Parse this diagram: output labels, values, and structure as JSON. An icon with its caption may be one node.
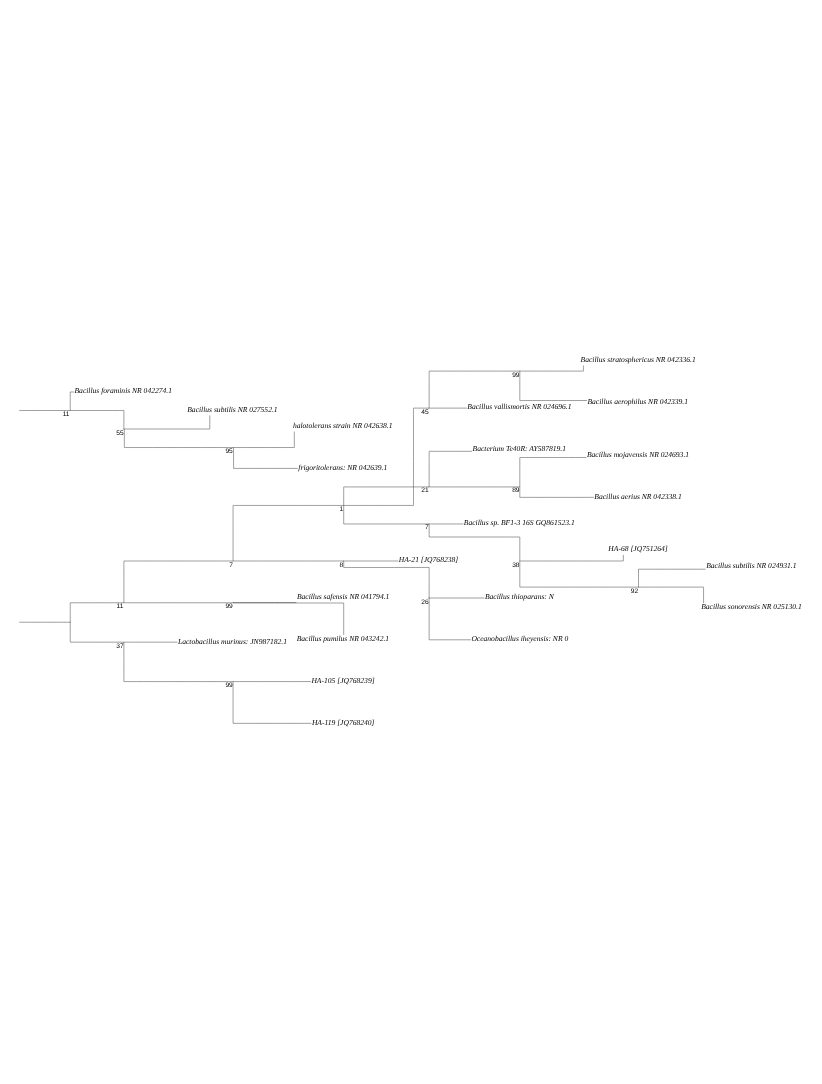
{
  "diagram": {
    "nodes": [
      {
        "text": [],
        "shape": "point"
      },
      {
        "text": [],
        "shape": "point",
        "beside": [
          "11"
        ]
      },
      {
        "text": [],
        "shape": "point",
        "beside": [
          "7"
        ]
      },
      {
        "text": [],
        "shape": "point",
        "beside": [
          "1"
        ]
      },
      {
        "text": [],
        "shape": "point",
        "beside": [
          "45"
        ]
      },
      {
        "text": [],
        "shape": "point",
        "beside": [
          "99"
        ]
      },
      {
        "text": [
          "Bacillus stratosphericus NR 042336.1"
        ]
      },
      {
        "text": [
          "Bacillus aerophilus NR 042339.1"
        ]
      },
      {
        "text": [
          "Bacillus vallismortis NR 024696.1"
        ]
      },
      {
        "text": [],
        "shape": "point",
        "beside": [
          "21"
        ]
      },
      {
        "text": [
          "Bacterium Te40R: AY587819.1"
        ]
      },
      {
        "text": [],
        "shape": "point",
        "beside": [
          "89"
        ]
      },
      {
        "text": [
          "Bacillus mojavensis NR 024693.1"
        ]
      },
      {
        "text": [
          "Bacillus aerius NR 042338.1"
        ]
      },
      {
        "text": [],
        "shape": "point",
        "beside": [
          "7"
        ]
      },
      {
        "text": [
          "Bacillus sp. BF1-3 16S GQ861523.1"
        ]
      },
      {
        "text": [],
        "shape": "point",
        "beside": [
          "38"
        ]
      },
      {
        "text": [
          "HA-68 [JQ751264]"
        ]
      },
      {
        "text": [],
        "shape": "point",
        "beside": [
          "92"
        ]
      },
      {
        "text": [
          "Bacillus subtilis NR 024931.1"
        ]
      },
      {
        "text": [
          "Bacillus sonorensis NR 025130.1"
        ]
      },
      {
        "text": [],
        "shape": "point",
        "beside": [
          "8"
        ]
      },
      {
        "text": [
          "HA-21 [JQ768238]"
        ]
      },
      {
        "text": [],
        "shape": "point",
        "beside": [
          "26"
        ]
      },
      {
        "text": [
          "Bacillus thioparans: N"
        ]
      },
      {
        "text": [
          "Oceanobacillus iheyensis: NR 0"
        ]
      },
      {
        "text": [],
        "shape": "point",
        "beside": [
          "99"
        ]
      },
      {
        "text": [
          "Bacillus safensis NR 041794.1"
        ]
      },
      {
        "text": [
          "Bacillus pumilus NR 043242.1"
        ]
      },
      {
        "text": [],
        "shape": "point",
        "beside": [
          "37"
        ]
      },
      {
        "text": [
          "Lactobacillus murinus: JN987182.1"
        ]
      },
      {
        "text": [],
        "shape": "point",
        "beside": [
          "99"
        ]
      },
      {
        "text": [
          "HA-105 [JQ768239]"
        ]
      },
      {
        "text": [
          "HA-119 [JQ768240]"
        ]
      },
      {
        "text": [],
        "shape": "point",
        "beside": [
          "11"
        ]
      },
      {
        "text": [
          "Bacillus foraminis NR 042274.1"
        ]
      },
      {
        "text": [],
        "shape": "point",
        "beside": [
          "55"
        ]
      },
      {
        "text": [
          "Bacillus subtilis NR 027552.1"
        ]
      },
      {
        "text": [],
        "shape": "point",
        "beside": [
          "95"
        ]
      },
      {
        "text": [
          "halotolerans strain NR 042638.1"
        ]
      },
      {
        "text": [
          "frigoritolerans: NR 042639.1"
        ]
      }
    ],
    "edges": [
      {
        "from": null,
        "to": 0,
        "arrow": "none"
      },
      {
        "from": 0,
        "to": 1,
        "arrow": "none"
      },
      {
        "from": 1,
        "to": 2,
        "arrow": "none"
      },
      {
        "from": 2,
        "to": 3,
        "arrow": "none"
      },
      {
        "from": 3,
        "to": 4,
        "arrow": "none"
      },
      {
        "from": 4,
        "to": 5,
        "arrow": "none"
      },
      {
        "from": 5,
        "to": 6,
        "arrow": "none"
      },
      {
        "from": 5,
        "to": 7,
        "arrow": "none"
      },
      {
        "from": 4,
        "to": 8,
        "arrow": "none"
      },
      {
        "from": 3,
        "to": 9,
        "arrow": "none"
      },
      {
        "from": 9,
        "to": 10,
        "arrow": "none"
      },
      {
        "from": 9,
        "to": 11,
        "arrow": "none"
      },
      {
        "from": 11,
        "to": 12,
        "arrow": "none"
      },
      {
        "from": 11,
        "to": 13,
        "arrow": "none"
      },
      {
        "from": 3,
        "to": 14,
        "arrow": "none"
      },
      {
        "from": 14,
        "to": 15,
        "arrow": "none"
      },
      {
        "from": 14,
        "to": 16,
        "arrow": "none"
      },
      {
        "from": 16,
        "to": 17,
        "arrow": "none"
      },
      {
        "from": 16,
        "to": 18,
        "arrow": "none"
      },
      {
        "from": 18,
        "to": 19,
        "arrow": "none"
      },
      {
        "from": 18,
        "to": 20,
        "arrow": "none"
      },
      {
        "from": 2,
        "to": 21,
        "arrow": "none"
      },
      {
        "from": 21,
        "to": 22,
        "arrow": "none"
      },
      {
        "from": 21,
        "to": 23,
        "arrow": "none"
      },
      {
        "from": 23,
        "to": 24,
        "arrow": "none"
      },
      {
        "from": 23,
        "to": 25,
        "arrow": "none"
      },
      {
        "from": 1,
        "to": 26,
        "arrow": "none"
      },
      {
        "from": 26,
        "to": 27,
        "arrow": "none"
      },
      {
        "from": 26,
        "to": 28,
        "arrow": "none"
      },
      {
        "from": 0,
        "to": 29,
        "arrow": "none"
      },
      {
        "from": 29,
        "to": 30,
        "arrow": "none"
      },
      {
        "from": 29,
        "to": 31,
        "arrow": "none"
      },
      {
        "from": 31,
        "to": 32,
        "arrow": "none"
      },
      {
        "from": 31,
        "to": 33,
        "arrow": "none"
      },
      {
        "from": null,
        "to": 34,
        "arrow": "none"
      },
      {
        "from": 34,
        "to": 35,
        "arrow": "none"
      },
      {
        "from": 34,
        "to": 36,
        "arrow": "none"
      },
      {
        "from": 36,
        "to": 37,
        "arrow": "none"
      },
      {
        "from": 36,
        "to": 38,
        "arrow": "none"
      },
      {
        "from": 38,
        "to": 39,
        "arrow": "none"
      },
      {
        "from": 38,
        "to": 40,
        "arrow": "none"
      }
    ]
  }
}
